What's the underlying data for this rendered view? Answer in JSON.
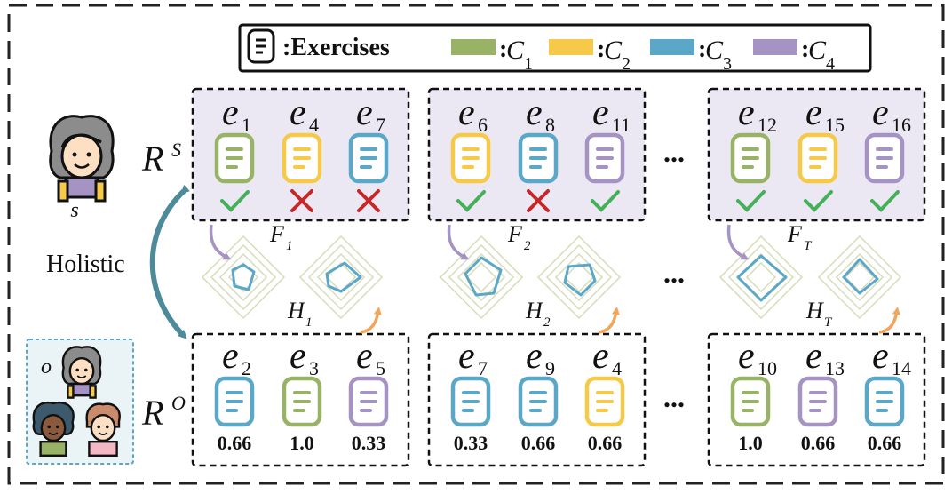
{
  "legend": {
    "exercises_label": ":Exercises",
    "items": [
      {
        "label": ":",
        "concept": "C",
        "sub": "1",
        "color": "#98b365"
      },
      {
        "label": ":",
        "concept": "C",
        "sub": "2",
        "color": "#f7c948"
      },
      {
        "label": ":",
        "concept": "C",
        "sub": "3",
        "color": "#5ba7c7"
      },
      {
        "label": ":",
        "concept": "C",
        "sub": "4",
        "color": "#a594c3"
      }
    ]
  },
  "student": {
    "symbol": "s",
    "record_label": "R",
    "record_sup": "S"
  },
  "others": {
    "symbol": "o",
    "record_label": "R",
    "record_sup": "O"
  },
  "holistic_label": "Holistic",
  "ellipsis": "...",
  "colors": {
    "green": "#98b365",
    "yellow": "#f7c948",
    "blue": "#5ba7c7",
    "purple": "#a594c3",
    "check": "#44b05a",
    "cross": "#c62828",
    "panel_top": "#ece8f3",
    "arrow_teal": "#4d8a9a",
    "arrow_purple": "#a594c3",
    "arrow_orange": "#f0a55b"
  },
  "student_groups": [
    {
      "items": [
        {
          "name": "e",
          "sub": "1",
          "color": "green",
          "result": "check"
        },
        {
          "name": "e",
          "sub": "4",
          "color": "yellow",
          "result": "cross"
        },
        {
          "name": "e",
          "sub": "7",
          "color": "blue",
          "result": "cross"
        }
      ]
    },
    {
      "items": [
        {
          "name": "e",
          "sub": "6",
          "color": "yellow",
          "result": "check"
        },
        {
          "name": "e",
          "sub": "8",
          "color": "blue",
          "result": "cross"
        },
        {
          "name": "e",
          "sub": "11",
          "color": "purple",
          "result": "check"
        }
      ]
    },
    {
      "items": [
        {
          "name": "e",
          "sub": "12",
          "color": "green",
          "result": "check"
        },
        {
          "name": "e",
          "sub": "15",
          "color": "yellow",
          "result": "check"
        },
        {
          "name": "e",
          "sub": "16",
          "color": "purple",
          "result": "check"
        }
      ]
    }
  ],
  "other_groups": [
    {
      "items": [
        {
          "name": "e",
          "sub": "2",
          "color": "blue",
          "value": "0.66"
        },
        {
          "name": "e",
          "sub": "3",
          "color": "green",
          "value": "1.0"
        },
        {
          "name": "e",
          "sub": "5",
          "color": "purple",
          "value": "0.33"
        }
      ]
    },
    {
      "items": [
        {
          "name": "e",
          "sub": "7",
          "color": "blue",
          "value": "0.33"
        },
        {
          "name": "e",
          "sub": "9",
          "color": "blue",
          "value": "0.66"
        },
        {
          "name": "e",
          "sub": "4",
          "color": "yellow",
          "value": "0.66"
        }
      ]
    },
    {
      "items": [
        {
          "name": "e",
          "sub": "10",
          "color": "green",
          "value": "1.0"
        },
        {
          "name": "e",
          "sub": "13",
          "color": "purple",
          "value": "0.66"
        },
        {
          "name": "e",
          "sub": "14",
          "color": "blue",
          "value": "0.66"
        }
      ]
    }
  ],
  "profiles": [
    {
      "f_label": "F",
      "f_sub": "1",
      "h_label": "H",
      "h_sub": "1"
    },
    {
      "f_label": "F",
      "f_sub": "2",
      "h_label": "H",
      "h_sub": "2"
    },
    {
      "f_label": "F",
      "f_sub": "T",
      "h_label": "H",
      "h_sub": "T"
    }
  ]
}
